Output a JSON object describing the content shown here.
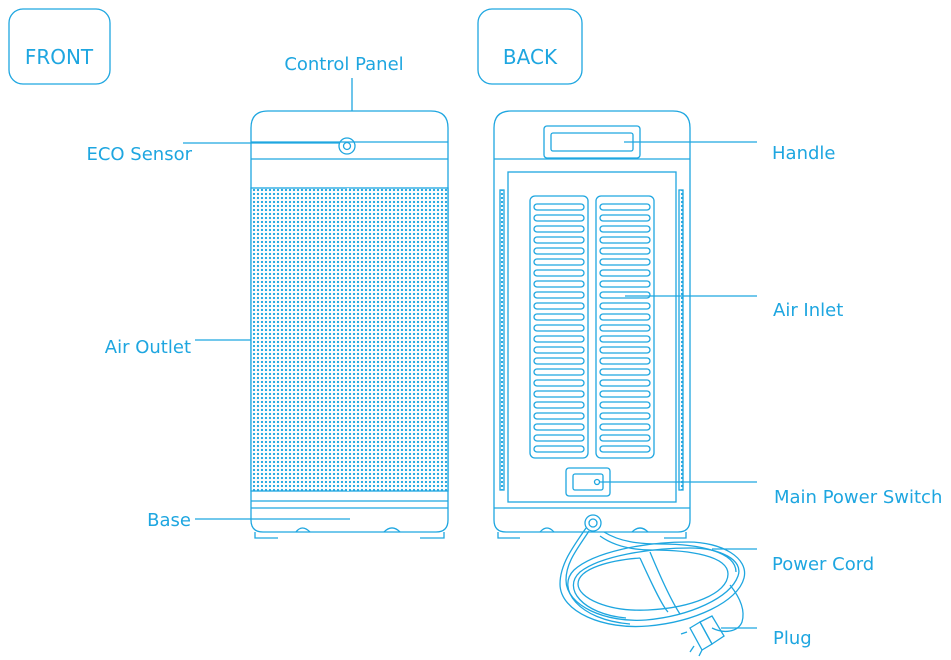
{
  "colors": {
    "line": "#1ea6e0",
    "text": "#1ea6e0",
    "fill_light": "#3fb4e8"
  },
  "front": {
    "tag": "FRONT",
    "labels": {
      "control_panel": "Control Panel",
      "eco_sensor": "ECO Sensor",
      "air_outlet": "Air Outlet",
      "base": "Base"
    }
  },
  "back": {
    "tag": "BACK",
    "labels": {
      "handle": "Handle",
      "air_inlet": "Air Inlet",
      "main_power_switch": "Main Power Switch",
      "power_cord": "Power Cord",
      "plug": "Plug"
    }
  }
}
